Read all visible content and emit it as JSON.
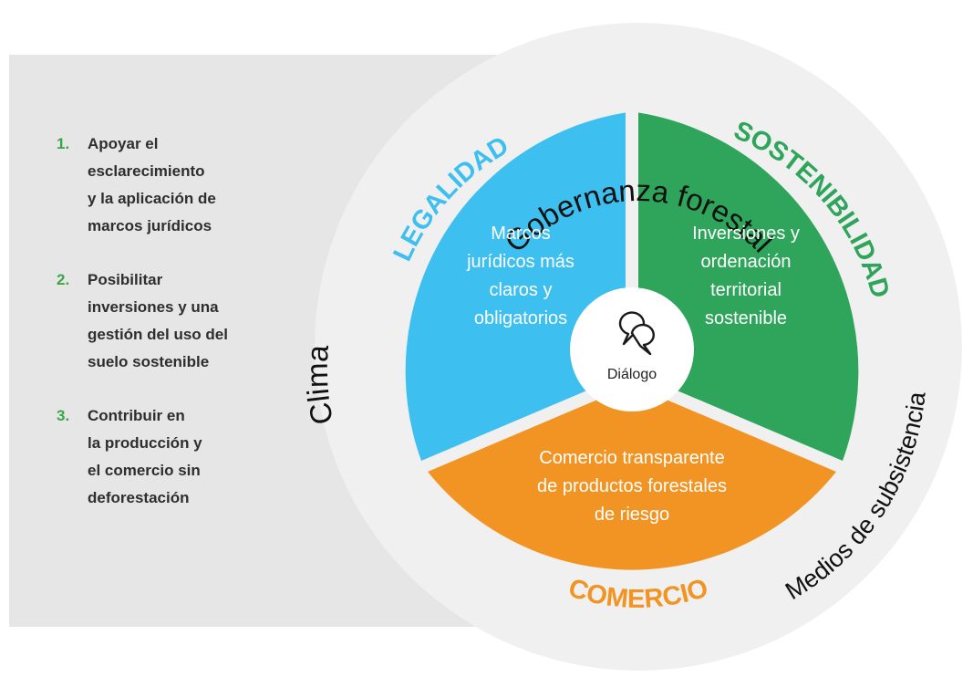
{
  "goals": [
    {
      "number": "1.",
      "text": "Apoyar el\nesclarecimiento\ny la aplicación de\nmarcos jurídicos"
    },
    {
      "number": "2.",
      "text": "Posibilitar\ninversiones y una\ngestión del uso del\nsuelo sostenible"
    },
    {
      "number": "3.",
      "text": "Contribuir en\nla producción y\nel comercio sin\ndeforestación"
    }
  ],
  "outer_ring": {
    "top": "Gobernanza forestal",
    "left": "Clima",
    "right": "Medios de subsistencia"
  },
  "segments": {
    "legalidad": {
      "title": "LEGALIDAD",
      "line1": "Marcos",
      "line2": "jurídicos más",
      "line3": "claros y",
      "line4": "obligatorios"
    },
    "sostenibilidad": {
      "title": "SOSTENIBILIDAD",
      "line1": "Inversiones y",
      "line2": "ordenación",
      "line3": "territorial",
      "line4": "sostenible"
    },
    "comercio": {
      "title": "COMERCIO",
      "line1": "Comercio transparente",
      "line2": "de productos forestales",
      "line3": "de riesgo"
    }
  },
  "center": {
    "label": "Diálogo",
    "icon": "speech-bubbles-icon"
  },
  "colors": {
    "legalidad": "#3dbfef",
    "sostenibilidad": "#2ea55a",
    "comercio": "#f29423",
    "goal_number": "#3aa645",
    "panel": "#e6e6e6",
    "outer_ring": "#f0f0f0"
  }
}
